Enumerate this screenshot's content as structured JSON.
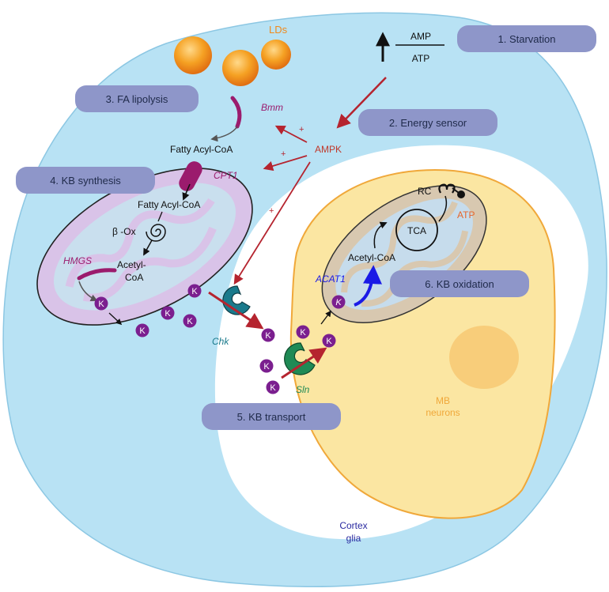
{
  "steps": {
    "s1": "1. Starvation",
    "s2": "2. Energy sensor",
    "s3": "3. FA lipolysis",
    "s4": "4. KB synthesis",
    "s5": "5. KB transport",
    "s6": "6. KB oxidation"
  },
  "labels": {
    "lds": "LDs",
    "amp": "AMP",
    "atp_ratio": "ATP",
    "ampk": "AMPK",
    "plus": "+",
    "bmm": "Bmm",
    "fatty_acyl_coa_top": "Fatty Acyl-CoA",
    "cpt1": "CPT1",
    "fatty_acyl_coa_mito": "Fatty Acyl-CoA",
    "beta_ox": "β -Ox",
    "hmgs": "HMGS",
    "acetyl": "Acetyl-",
    "coa": "CoA",
    "ketone": "K",
    "chk": "Chk",
    "sln": "Sln",
    "rc": "RC",
    "tca": "TCA",
    "atp_neuron": "ATP",
    "acetyl_coa_neuron": "Acetyl-CoA",
    "acat1": "ACAT1",
    "mb": "MB",
    "neurons": "neurons",
    "cortex": "Cortex",
    "glia": "glia"
  },
  "colors": {
    "glia": "#b8e2f4",
    "neuron": "#fbe6a2",
    "neuron_border": "#f0a83a",
    "pill": "#8e96c9",
    "arrow_red": "#b5242f",
    "ketone": "#7b1f8f",
    "enzyme": "#9b1b6d",
    "chk": "#1a7a8c",
    "sln": "#1f8a55",
    "acat1": "#1a1ae6",
    "ampk": "#c0392b",
    "lipid": "#f08a1c"
  }
}
